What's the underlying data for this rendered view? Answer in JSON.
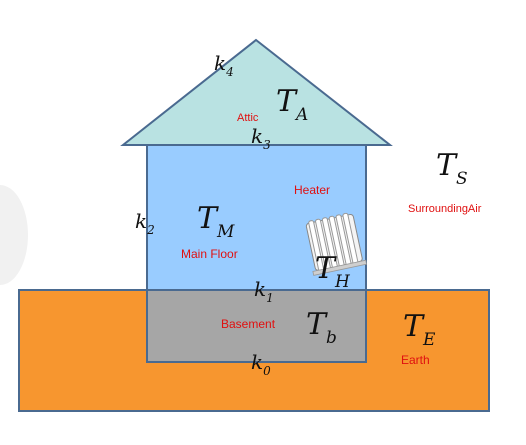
{
  "labels": {
    "attic": "Attic",
    "heater": "Heater",
    "main_floor": "Main Floor",
    "basement": "Basement",
    "earth": "Earth",
    "surrounding_air": "SurroundingAir"
  },
  "temps": {
    "attic": {
      "base": "T",
      "sub": "A"
    },
    "main": {
      "base": "T",
      "sub": "M"
    },
    "heater": {
      "base": "T",
      "sub": "H"
    },
    "basement": {
      "base": "T",
      "sub": "b"
    },
    "earth": {
      "base": "T",
      "sub": "E"
    },
    "surrounding": {
      "base": "T",
      "sub": "S"
    }
  },
  "conductances": {
    "k0": {
      "base": "k",
      "sub": "0"
    },
    "k1": {
      "base": "k",
      "sub": "1"
    },
    "k2": {
      "base": "k",
      "sub": "2"
    },
    "k3": {
      "base": "k",
      "sub": "3"
    },
    "k4": {
      "base": "k",
      "sub": "4"
    }
  },
  "colors": {
    "earth": "#f7962f",
    "basement": "#a6a6a6",
    "main_floor": "#99ccff",
    "attic": "#b9e2e2",
    "outline": "#4a6a90",
    "label_red": "#e01010"
  }
}
